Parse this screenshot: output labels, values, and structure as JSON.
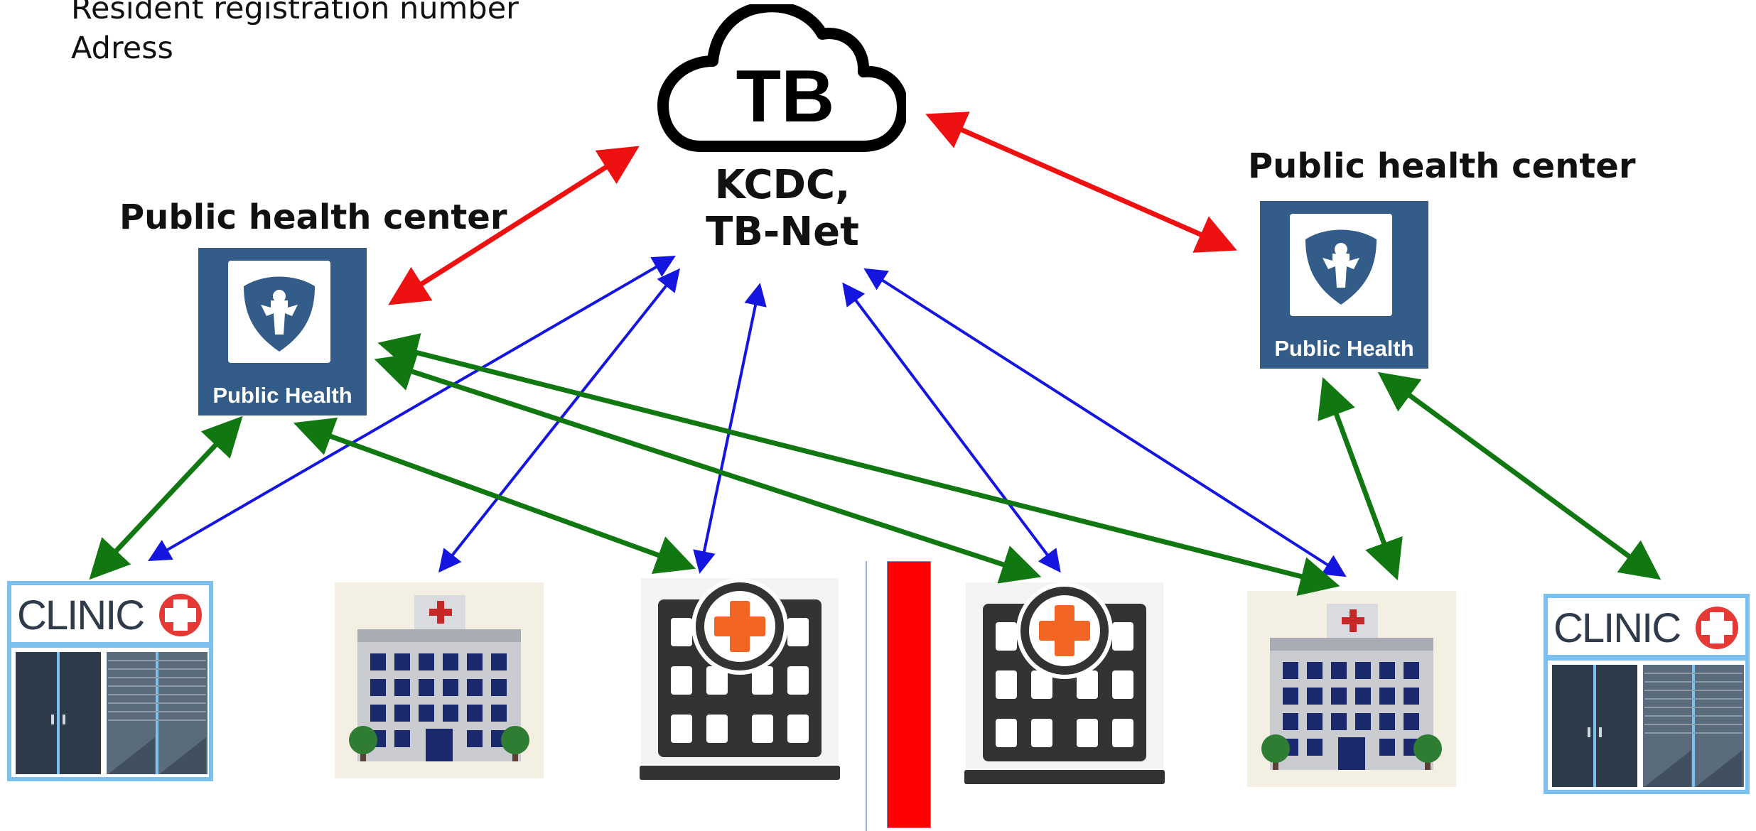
{
  "top_info": {
    "line1": "Resident registration number",
    "line2": "Adress"
  },
  "center": {
    "icon_text": "TB",
    "line1": "KCDC,",
    "line2": "TB-Net"
  },
  "public_health_left": {
    "title": "Public health center",
    "badge_label": "Public Health"
  },
  "public_health_right": {
    "title": "Public health center",
    "badge_label": "Public Health"
  },
  "facilities": {
    "clinic_label": "CLINIC"
  },
  "colors": {
    "red_link": "#ee1111",
    "blue_link": "#1515e0",
    "green_link": "#117711",
    "badge_blue": "#335d88",
    "divider_red": "#ff0000"
  }
}
